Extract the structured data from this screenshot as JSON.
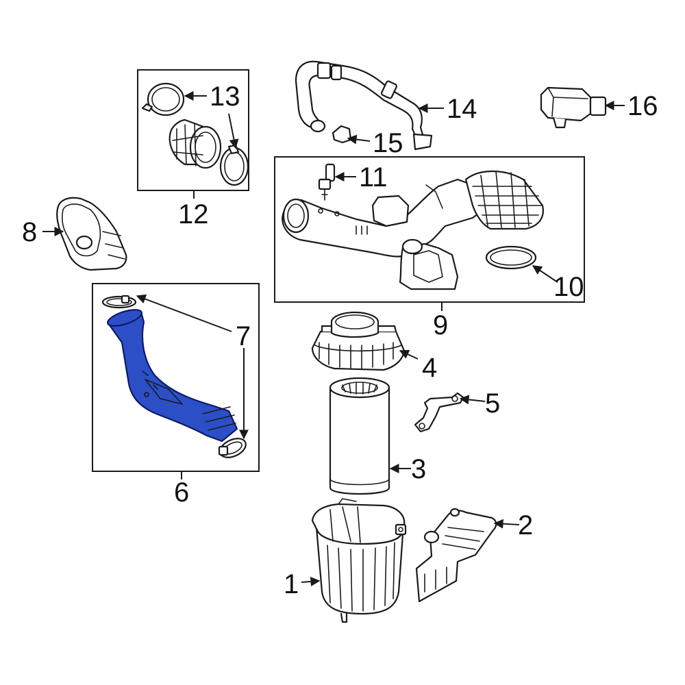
{
  "callouts": {
    "c1": "1",
    "c2": "2",
    "c3": "3",
    "c4": "4",
    "c5": "5",
    "c6": "6",
    "c7": "7",
    "c8": "8",
    "c9": "9",
    "c10": "10",
    "c11": "11",
    "c12": "12",
    "c13": "13",
    "c14": "14",
    "c15": "15",
    "c16": "16"
  },
  "colors": {
    "highlight": "#2c4fc8",
    "line": "#1a1a1a"
  }
}
